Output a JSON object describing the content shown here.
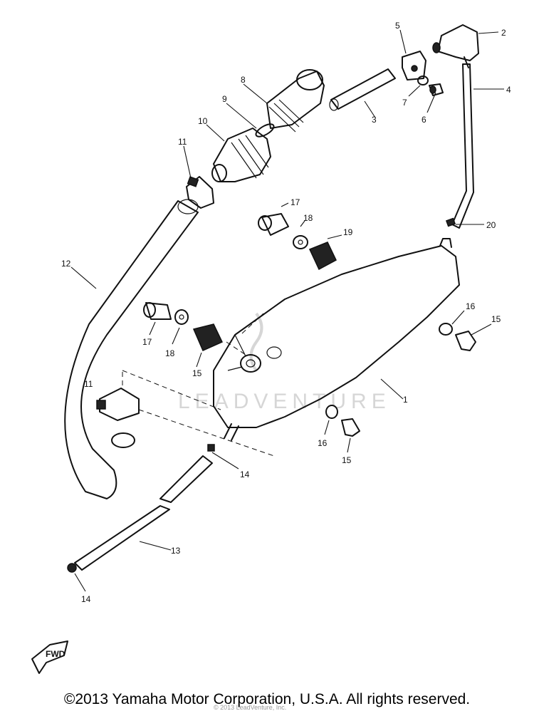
{
  "diagram": {
    "callouts": [
      {
        "id": "c2",
        "text": "2"
      },
      {
        "id": "c3",
        "text": "3"
      },
      {
        "id": "c4",
        "text": "4"
      },
      {
        "id": "c5",
        "text": "5"
      },
      {
        "id": "c6",
        "text": "6"
      },
      {
        "id": "c7",
        "text": "7"
      },
      {
        "id": "c8",
        "text": "8"
      },
      {
        "id": "c9",
        "text": "9"
      },
      {
        "id": "c10",
        "text": "10"
      },
      {
        "id": "c11a",
        "text": "11"
      },
      {
        "id": "c11b",
        "text": "11"
      },
      {
        "id": "c12",
        "text": "12"
      },
      {
        "id": "c13",
        "text": "13"
      },
      {
        "id": "c14a",
        "text": "14"
      },
      {
        "id": "c14b",
        "text": "14"
      },
      {
        "id": "c15a",
        "text": "15"
      },
      {
        "id": "c15b",
        "text": "15"
      },
      {
        "id": "c15c",
        "text": "15"
      },
      {
        "id": "c16a",
        "text": "16"
      },
      {
        "id": "c16b",
        "text": "16"
      },
      {
        "id": "c17a",
        "text": "17"
      },
      {
        "id": "c17b",
        "text": "17"
      },
      {
        "id": "c18a",
        "text": "18"
      },
      {
        "id": "c18b",
        "text": "18"
      },
      {
        "id": "c19",
        "text": "19"
      },
      {
        "id": "c20",
        "text": "20"
      },
      {
        "id": "c1",
        "text": "1"
      }
    ],
    "fwd_mark": "FWD",
    "watermark": "LEADVENTURE"
  },
  "footer": {
    "copyright": "©2013 Yamaha Motor Corporation, U.S.A. All rights reserved.",
    "sub_watermark": "© 2013 LeadVenture, Inc."
  }
}
